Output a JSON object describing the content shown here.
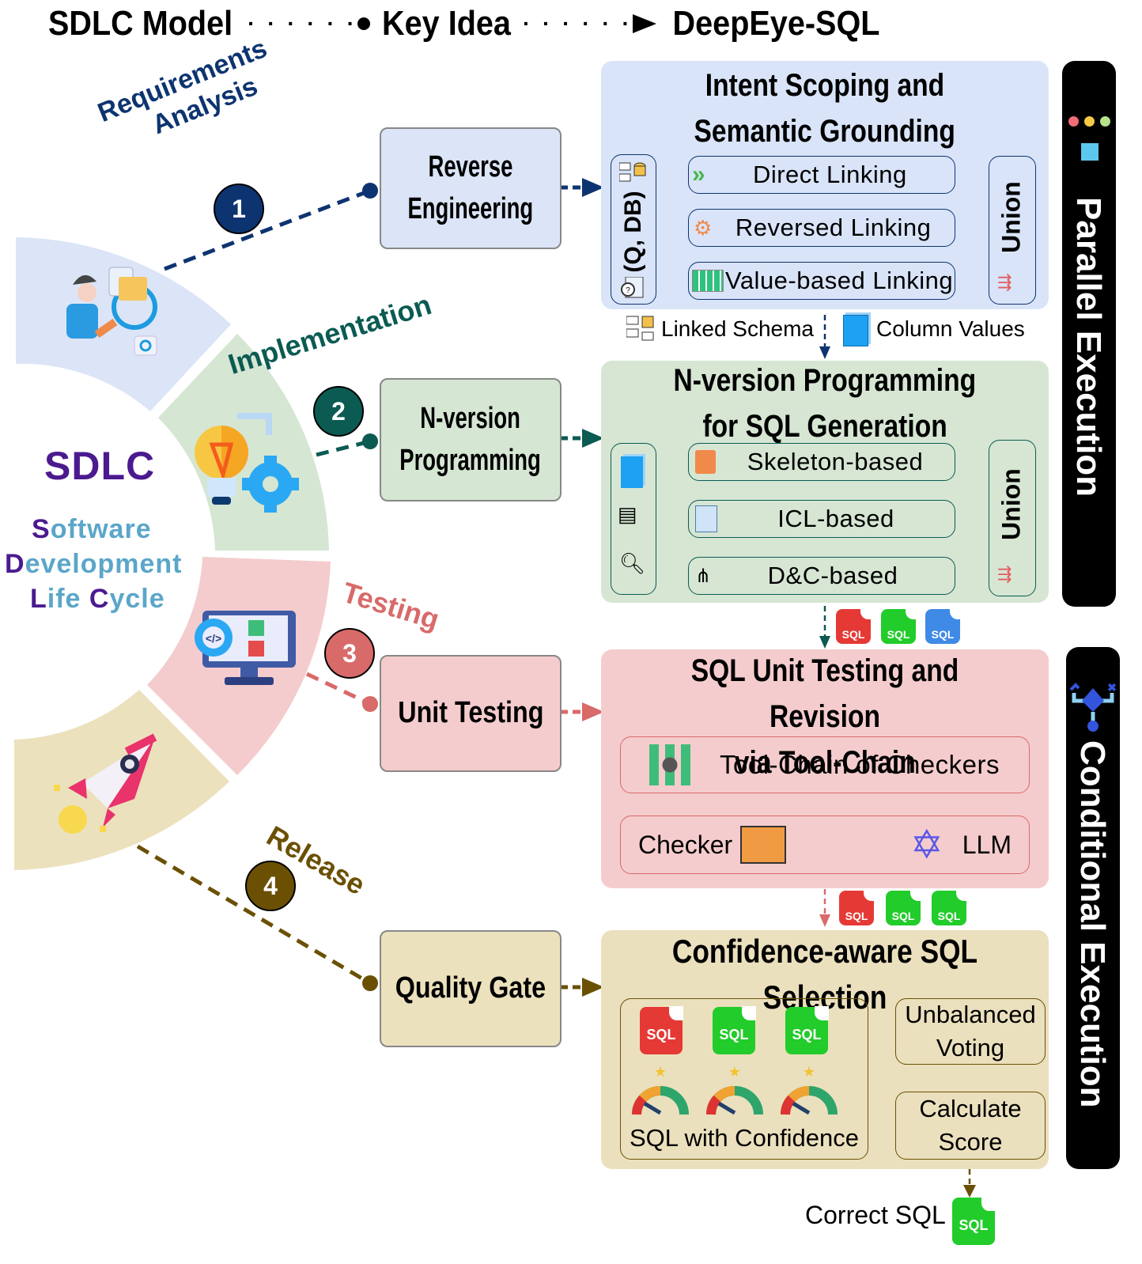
{
  "header": {
    "left": "SDLC Model",
    "middle": "Key Idea",
    "right": "DeepEye-SQL"
  },
  "sdlc": {
    "title": "SDLC",
    "subtitle_lines": [
      {
        "initial": "S",
        "rest": "oftware"
      },
      {
        "initial": "D",
        "rest": "evelopment"
      },
      {
        "initial": "L",
        "rest": "ife ",
        "initial2": "C",
        "rest2": "ycle"
      }
    ],
    "stages": [
      {
        "number": "1",
        "label_line1": "Requirements",
        "label_line2": "Analysis",
        "color": "#0d3470",
        "phase": "Reverse Engineering",
        "phase_line1": "Reverse",
        "phase_line2": "Engineering",
        "bg": "#dbe5f7",
        "icon": "requirements-analyst-icon"
      },
      {
        "number": "2",
        "label_line1": "Implementation",
        "label_line2": "",
        "color": "#0b5b52",
        "phase": "N-version Programming",
        "phase_line1": "N-version",
        "phase_line2": "Programming",
        "bg": "#d5e6d3",
        "icon": "lightbulb-gear-icon"
      },
      {
        "number": "3",
        "label_line1": "Testing",
        "label_line2": "",
        "color": "#d86a6a",
        "phase": "Unit Testing",
        "phase_line1": "Unit Testing",
        "phase_line2": "",
        "bg": "#f4cccd",
        "icon": "monitor-code-check-icon"
      },
      {
        "number": "4",
        "label_line1": "Release",
        "label_line2": "",
        "color": "#6b5004",
        "phase": "Quality Gate",
        "phase_line1": "Quality Gate",
        "phase_line2": "",
        "bg": "#ece1bd",
        "icon": "rocket-icon"
      }
    ]
  },
  "panels": {
    "intent": {
      "title_line1": "Intent Scoping and",
      "title_line2": "Semantic Grounding",
      "input_label": "(Q, DB)",
      "items": [
        "Direct Linking",
        "Reversed Linking",
        "Value-based Linking"
      ],
      "union": "Union",
      "outputs": [
        "Linked Schema",
        "Column Values"
      ],
      "color": "#0d3470",
      "bg": "#d9e4f8"
    },
    "nversion": {
      "title_line1": "N-version Programming",
      "title_line2": "for SQL Generation",
      "items": [
        "Skeleton-based",
        "ICL-based",
        "D&C-based"
      ],
      "union": "Union",
      "color": "#0b5b52",
      "bg": "#d6e6d3",
      "output_sqls": [
        {
          "label": "SQL",
          "color": "#e53935"
        },
        {
          "label": "SQL",
          "color": "#22cc2a"
        },
        {
          "label": "SQL",
          "color": "#3f8ae6"
        }
      ]
    },
    "testing": {
      "title_line1": "SQL Unit Testing and Revision",
      "title_line2": "via Tool-Chain",
      "toolchain": "Tool-Chain of Checkers",
      "checker": "Checker",
      "llm": "LLM",
      "color": "#d86a6a",
      "bg": "#f5cccd",
      "output_sqls": [
        {
          "label": "SQL",
          "color": "#e53935"
        },
        {
          "label": "SQL",
          "color": "#22cc2a"
        },
        {
          "label": "SQL",
          "color": "#22cc2a"
        }
      ]
    },
    "selection": {
      "title": "Confidence-aware SQL Selection",
      "sqls": [
        {
          "label": "SQL",
          "color": "#e53935"
        },
        {
          "label": "SQL",
          "color": "#22cc2a"
        },
        {
          "label": "SQL",
          "color": "#22cc2a"
        }
      ],
      "caption": "SQL with Confidence",
      "voting_line1": "Unbalanced",
      "voting_line2": "Voting",
      "score_line1": "Calculate",
      "score_line2": "Score",
      "color": "#6b5004",
      "bg": "#ebe0bd"
    }
  },
  "result": {
    "label": "Correct SQL",
    "sql_label": "SQL",
    "sql_color": "#22cc2a"
  },
  "side_bars": {
    "parallel": "Parallel Execution",
    "conditional": "Conditional Execution",
    "window_dots": [
      "#f06d79",
      "#f8c945",
      "#b6e28c"
    ],
    "square_color": "#5cc8ef"
  }
}
